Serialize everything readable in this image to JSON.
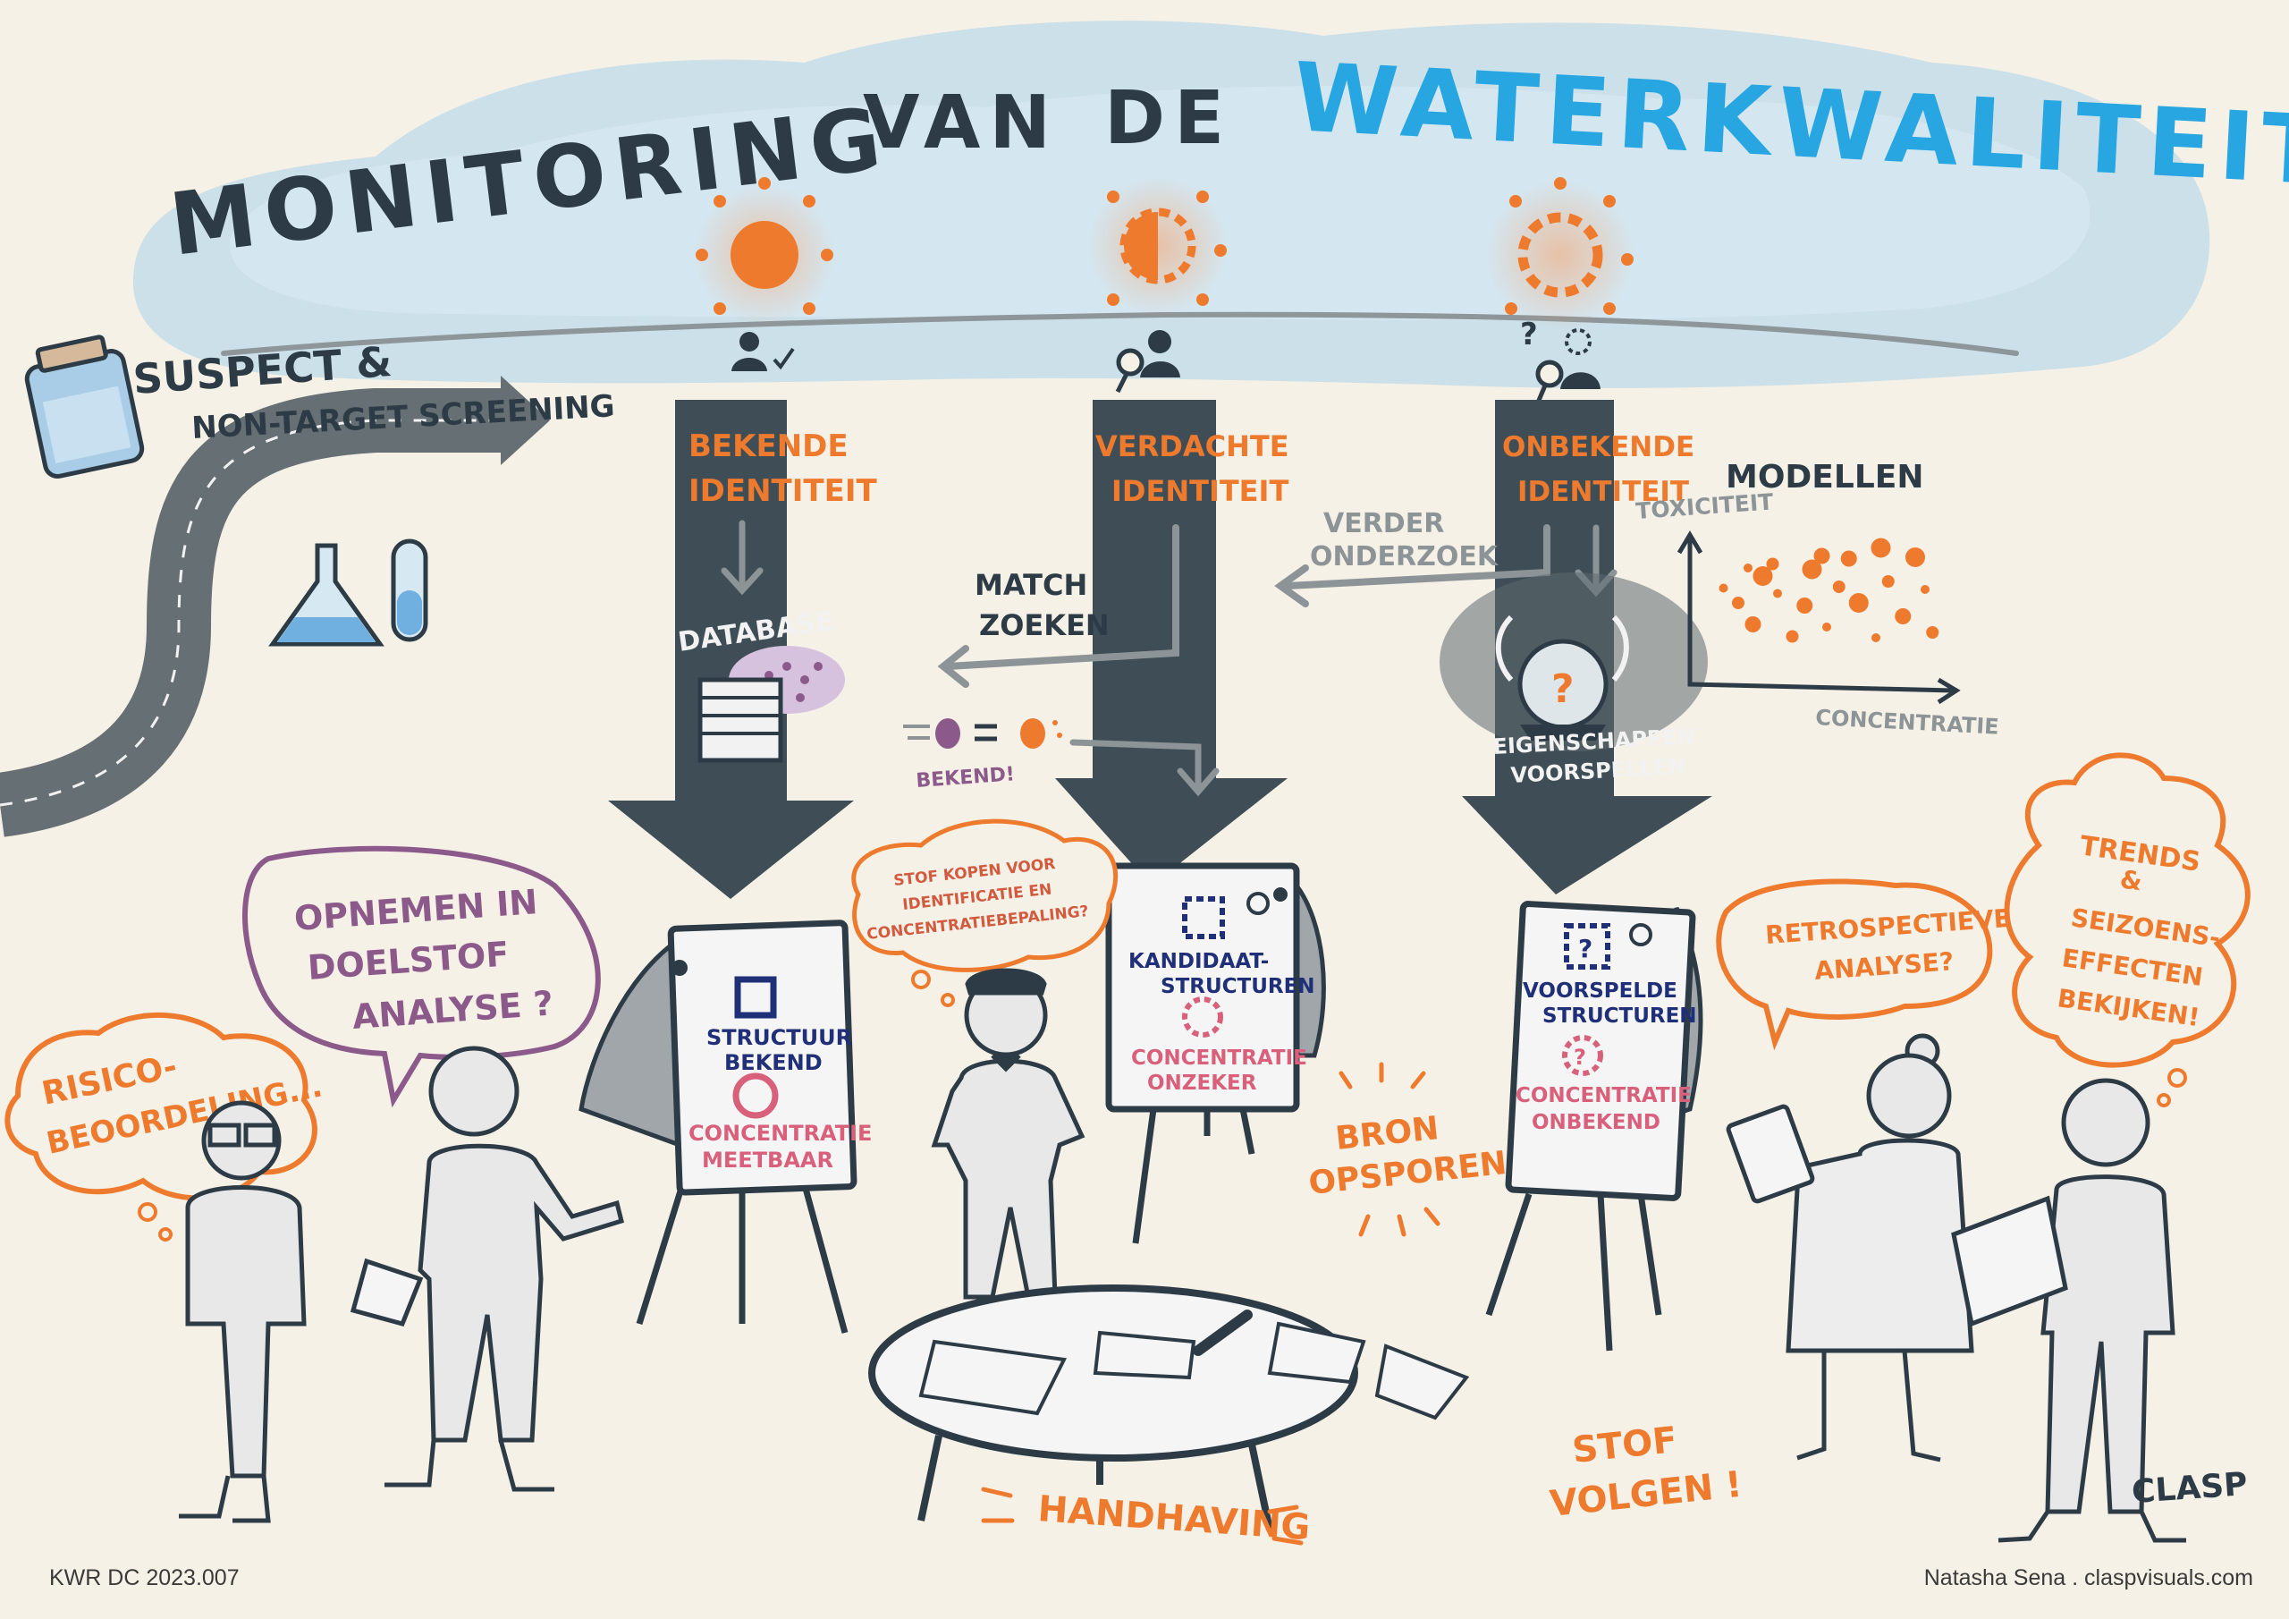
{
  "title": {
    "part1": "MONITORING",
    "part2": "VAN",
    "part3": "DE",
    "part4": "WATERKWALITEIT"
  },
  "road": {
    "label_line1": "SUSPECT &",
    "label_line2": "NON-TARGET SCREENING"
  },
  "columns": [
    {
      "label_line1": "BEKENDE",
      "label_line2": "IDENTITEIT"
    },
    {
      "label_line1": "VERDACHTE",
      "label_line2": "IDENTITEIT"
    },
    {
      "label_line1": "ONBEKENDE",
      "label_line2": "IDENTITEIT"
    }
  ],
  "database_label": "DATABASE",
  "match_label_line1": "MATCH",
  "match_label_line2": "ZOEKEN",
  "verder_line1": "VERDER",
  "verder_line2": "ONDERZOEK",
  "known_label": "BEKEND!",
  "predict_line1": "EIGENSCHAPPEN",
  "predict_line2": "VOORSPELLEN",
  "models": {
    "title": "MODELLEN",
    "y_label": "TOXICITEIT",
    "x_label": "CONCENTRATIE"
  },
  "boards": [
    {
      "line1": "STRUCTUUR",
      "line2": "BEKEND",
      "line3": "CONCENTRATIE",
      "line4": "MEETBAAR"
    },
    {
      "line1": "KANDIDAAT-",
      "line2": "STRUCTUREN",
      "line3": "CONCENTRATIE",
      "line4": "ONZEKER"
    },
    {
      "line1": "VOORSPELDE",
      "line2": "STRUCTUREN",
      "line3": "CONCENTRATIE",
      "line4": "ONBEKEND"
    }
  ],
  "bubbles": {
    "risico_line1": "RISICO-",
    "risico_line2": "BEOORDELING...",
    "opnemen_line1": "OPNEMEN IN",
    "opnemen_line2": "DOELSTOF",
    "opnemen_line3": "ANALYSE ?",
    "stof_line1": "STOF KOPEN VOOR",
    "stof_line2": "IDENTIFICATIE EN",
    "stof_line3": "CONCENTRATIEBEPALING?",
    "retro_line1": "RETROSPECTIEVE",
    "retro_line2": "ANALYSE?",
    "trends_line1": "TRENDS",
    "trends_line2": "&",
    "trends_line3": "SEIZOENS-",
    "trends_line4": "EFFECTEN",
    "trends_line5": "BEKIJKEN!"
  },
  "actions": {
    "bron_line1": "BRON",
    "bron_line2": "OPSPOREN",
    "handhaving": "HANDHAVING",
    "stof_volgen_line1": "STOF",
    "stof_volgen_line2": "VOLGEN !"
  },
  "footer": {
    "left": "KWR DC 2023.007",
    "right": "Natasha Sena . claspvisuals.com",
    "logo": "CLASP"
  },
  "colors": {
    "accent_orange": "#ee7a2e",
    "title_blue": "#27a6e2",
    "arrow_dark": "#3f4e56",
    "ink_navy": "#2c3b45",
    "background": "#f6f1e6"
  },
  "chart_data": {
    "type": "scatter",
    "title": "MODELLEN",
    "xlabel": "CONCENTRATIE",
    "ylabel": "TOXICITEIT",
    "xlim": [
      0,
      10
    ],
    "ylim": [
      0,
      10
    ],
    "points": [
      {
        "x": 1.0,
        "y": 6.5
      },
      {
        "x": 1.6,
        "y": 5.4
      },
      {
        "x": 2.2,
        "y": 3.8
      },
      {
        "x": 2.6,
        "y": 7.4
      },
      {
        "x": 3.2,
        "y": 6.1
      },
      {
        "x": 3.8,
        "y": 2.9
      },
      {
        "x": 4.3,
        "y": 5.2
      },
      {
        "x": 4.6,
        "y": 7.9
      },
      {
        "x": 5.2,
        "y": 3.6
      },
      {
        "x": 5.7,
        "y": 6.6
      },
      {
        "x": 6.1,
        "y": 8.7
      },
      {
        "x": 6.5,
        "y": 5.4
      },
      {
        "x": 7.2,
        "y": 2.8
      },
      {
        "x": 7.7,
        "y": 7.0
      },
      {
        "x": 8.3,
        "y": 4.4
      },
      {
        "x": 8.8,
        "y": 8.8
      },
      {
        "x": 9.2,
        "y": 6.4
      },
      {
        "x": 3.0,
        "y": 8.3
      },
      {
        "x": 5.0,
        "y": 8.9
      },
      {
        "x": 7.4,
        "y": 9.5
      },
      {
        "x": 2.0,
        "y": 8.0
      },
      {
        "x": 9.5,
        "y": 3.2
      }
    ]
  }
}
